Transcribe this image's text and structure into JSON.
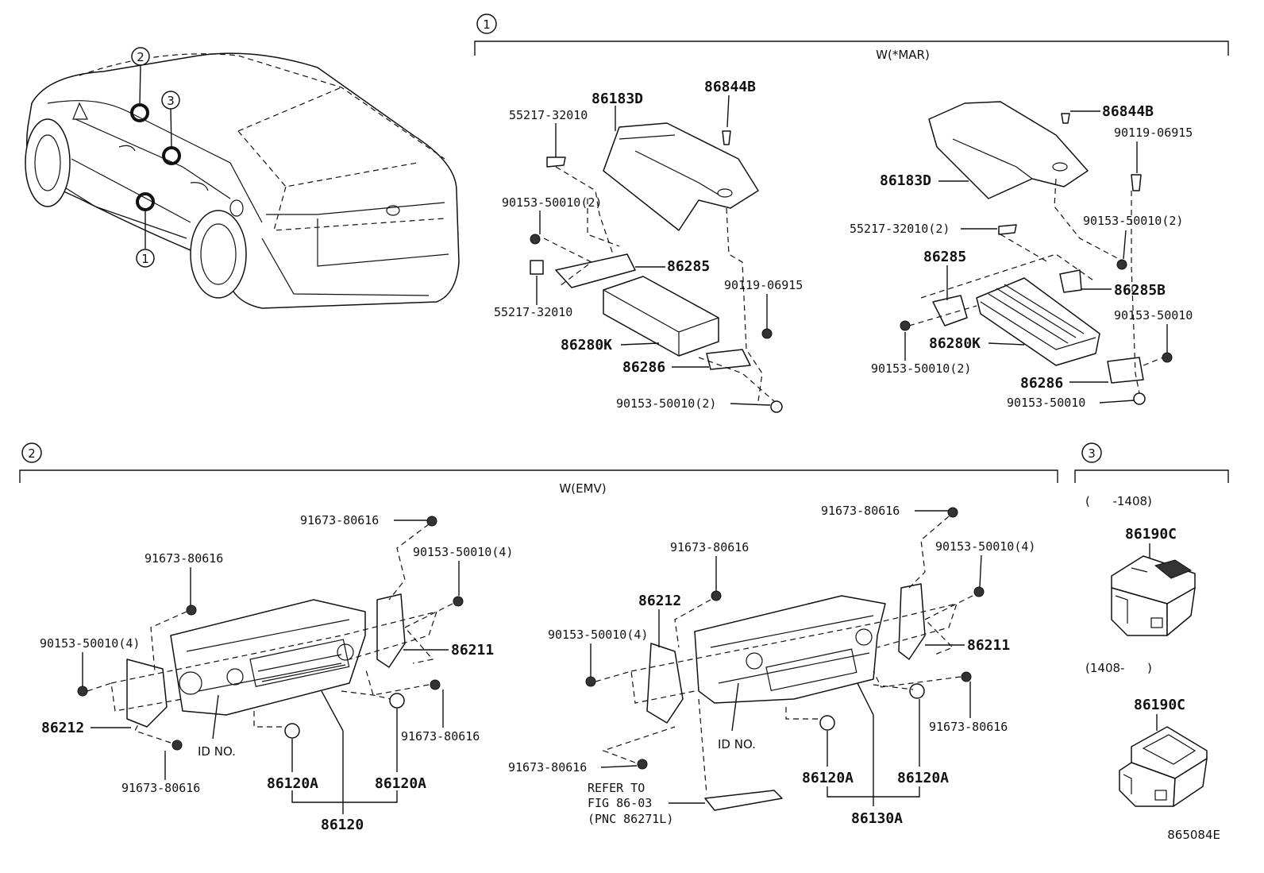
{
  "sections": {
    "s1": {
      "marker": "1",
      "title": "W(*MAR)"
    },
    "s2": {
      "marker": "2",
      "title": "W(EMV)"
    },
    "s3": {
      "marker": "3",
      "range_a": "(      -1408)",
      "range_b": "(1408-      )"
    }
  },
  "vehicle": {
    "callouts": [
      "2",
      "3",
      "1"
    ]
  },
  "labels": {
    "a_86183D": "86183D",
    "a_86844B": "86844B",
    "a_55217_1": "55217-32010",
    "a_90153_2a": "90153-50010(2)",
    "a_86285": "86285",
    "a_55217_2": "55217-32010",
    "a_90119": "90119-06915",
    "a_86280K": "86280K",
    "a_86286": "86286",
    "a_90153_2b": "90153-50010(2)",
    "b_86844B": "86844B",
    "b_90119": "90119-06915",
    "b_86183D": "86183D",
    "b_55217": "55217-32010(2)",
    "b_90153_2a": "90153-50010(2)",
    "b_86285": "86285",
    "b_86285B": "86285B",
    "b_90153_a": "90153-50010",
    "b_86280K": "86280K",
    "b_90153_2b": "90153-50010(2)",
    "b_86286": "86286",
    "b_90153_b": "90153-50010",
    "c_91673_a": "91673-80616",
    "c_91673_b": "91673-80616",
    "c_90153_4a": "90153-50010(4)",
    "c_90153_4b": "90153-50010(4)",
    "c_86211": "86211",
    "c_86212": "86212",
    "c_91673_c": "91673-80616",
    "c_91673_d": "91673-80616",
    "c_id": "ID NO.",
    "c_86120A_a": "86120A",
    "c_86120A_b": "86120A",
    "c_86120": "86120",
    "d_91673_a": "91673-80616",
    "d_91673_b": "91673-80616",
    "d_90153_4a": "90153-50010(4)",
    "d_86212": "86212",
    "d_90153_4b": "90153-50010(4)",
    "d_86211": "86211",
    "d_91673_c": "91673-80616",
    "d_id": "ID NO.",
    "d_91673_d": "91673-80616",
    "d_refer1": "REFER TO",
    "d_refer2": "FIG 86-03",
    "d_refer3": "(PNC 86271L)",
    "d_86120A_a": "86120A",
    "d_86120A_b": "86120A",
    "d_86130A": "86130A",
    "e_86190C_a": "86190C",
    "e_86190C_b": "86190C"
  },
  "figure_id": "865084E"
}
